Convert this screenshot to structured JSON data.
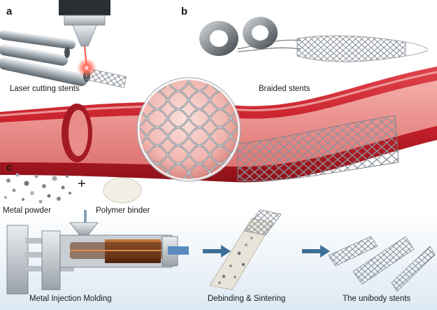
{
  "panels": {
    "a": "a",
    "b": "b",
    "c": "c"
  },
  "labels": {
    "laser_cutting": "Laser cutting stents",
    "braided": "Braided stents",
    "metal_powder": "Metal powder",
    "polymer_binder": "Polymer binder",
    "plus": "+",
    "metal_injection_molding": "Metal Injection Molding",
    "debinding_sintering": "Debinding & Sintering",
    "unibody_stents": "The unibody stents"
  },
  "colors": {
    "vessel_red": "#c8202b",
    "vessel_inner": "#f29a97",
    "metal": "#9aa3ab",
    "arrow_blue": "#3d6f97"
  }
}
